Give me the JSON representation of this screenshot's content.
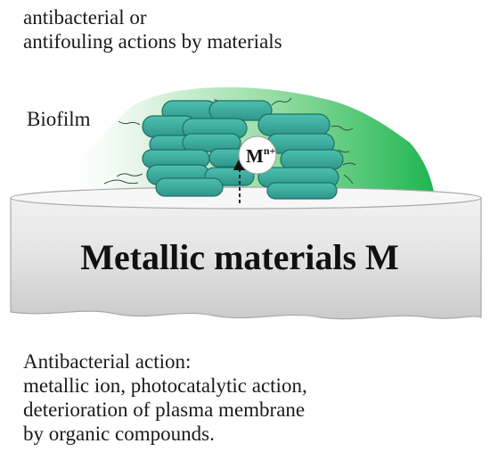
{
  "top_caption": {
    "line1": "antibacterial or",
    "line2": "antifouling actions by materials"
  },
  "biofilm_label": "Biofilm",
  "ion_label": {
    "base": "M",
    "charge": "n+"
  },
  "material_label": "Metallic materials M",
  "bottom_caption": {
    "line1": "Antibacterial action:",
    "line2": "metallic ion, photocatalytic action,",
    "line3": "deterioration of plasma membrane",
    "line4": "by organic compounds."
  },
  "colors": {
    "biofilm_light": "#e4f6e6",
    "biofilm_dark": "#22b554",
    "bacteria_fill": "#38a89a",
    "bacteria_stroke": "#1e6f66",
    "material_top": "#f6f6f6",
    "material_side_light": "#e6e6e6",
    "material_side_dark": "#c9c9c9",
    "ion_fill": "#ffffff"
  }
}
